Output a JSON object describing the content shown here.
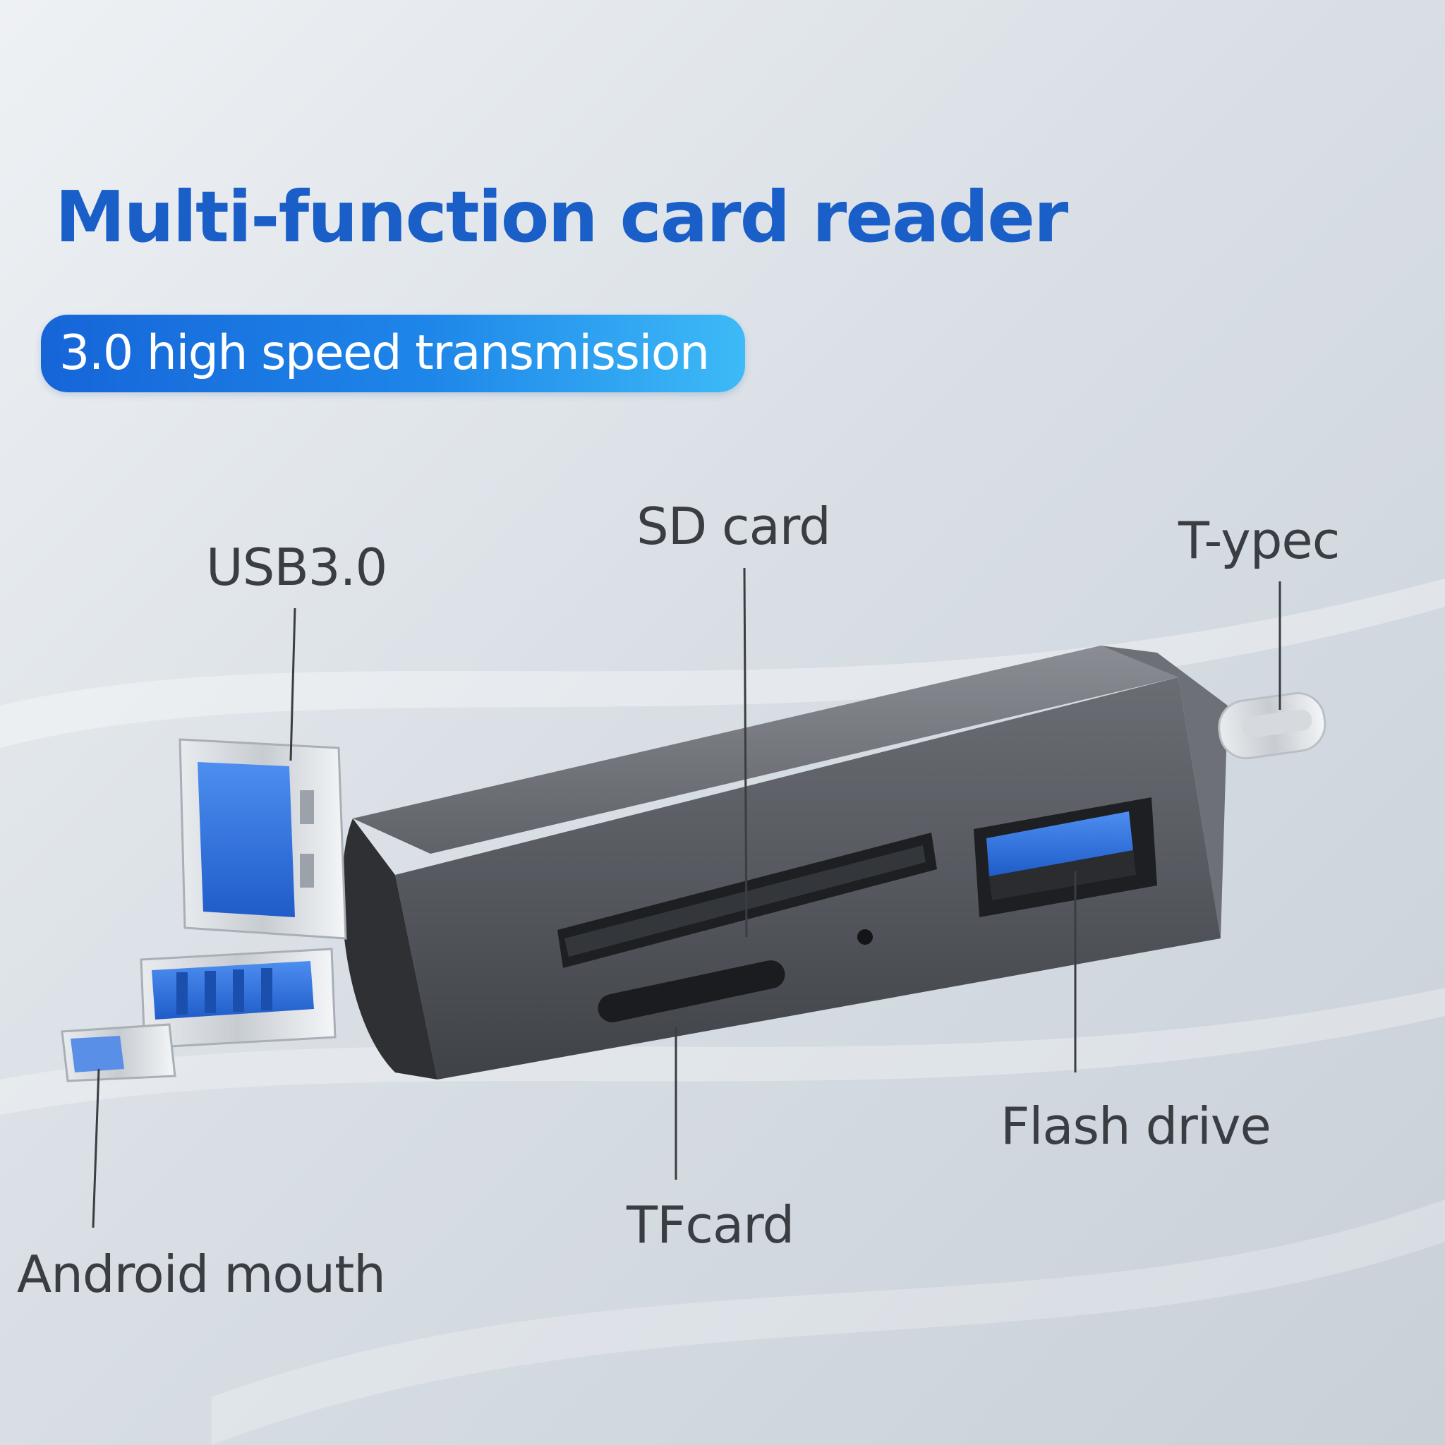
{
  "title": "Multi-function card reader",
  "badge": "3.0 high speed transmission",
  "callouts": {
    "usb": "USB3.0",
    "sd_card": "SD card",
    "type_c": "T-ypec",
    "flash_drive": "Flash drive",
    "tf_card": "TFcard",
    "android": "Android mouth"
  },
  "colors": {
    "title": "#1a5fc8",
    "badge_start": "#1665d8",
    "badge_end": "#3dbaf7",
    "label": "#3a3d42",
    "housing": "#5a5d63",
    "usb_blue": "#2f6fd6"
  }
}
